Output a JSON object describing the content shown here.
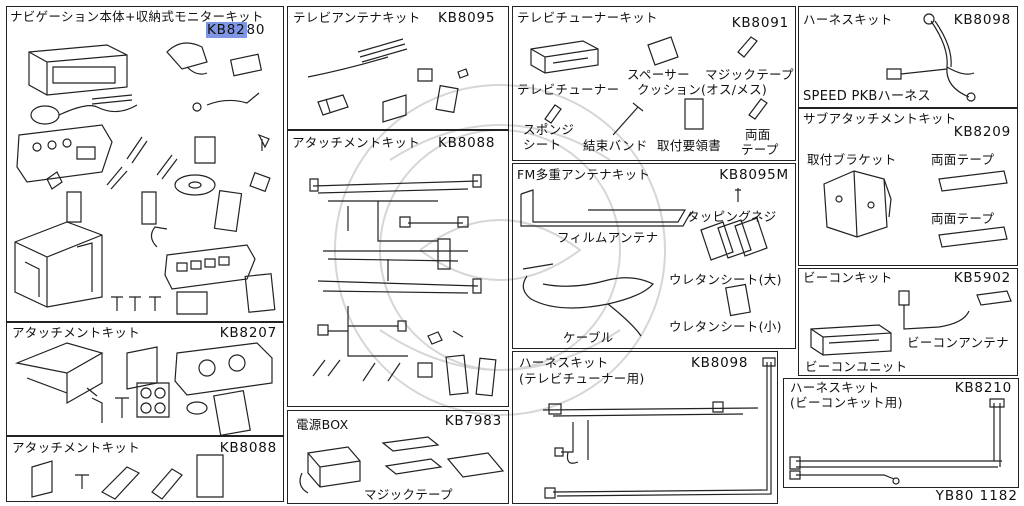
{
  "figure_id": "YB80 1182",
  "colors": {
    "line": "#222222",
    "highlight": "#7f95e6",
    "watermark": "#d6d6d6"
  },
  "panels": {
    "nav_kit": {
      "title": "ナビゲーション本体+収納式モニターキット",
      "code_highlight": "KB82",
      "code_rest": "80"
    },
    "attach_8207": {
      "title": "アタッチメントキット",
      "code": "KB8207"
    },
    "attach_8088_small": {
      "title": "アタッチメントキット",
      "code": "KB8088"
    },
    "tv_antenna": {
      "title": "テレビアンテナキット",
      "code": "KB8095"
    },
    "attach_8088": {
      "title": "アタッチメントキット",
      "code": "KB8088"
    },
    "power_box": {
      "title": "電源BOX",
      "code": "KB7983",
      "magic_tape": "マジックテープ"
    },
    "tv_tuner": {
      "title": "テレビチューナーキット",
      "code": "KB8091",
      "tuner": "テレビチューナー",
      "spacer_line1": "スペーサー",
      "spacer_line2": "クッション",
      "magic_line1": "マジックテープ",
      "magic_line2": "(オス/メス)",
      "sponge_line1": "スポンジ",
      "sponge_line2": "シート",
      "band": "結束バンド",
      "manual": "取付要領書",
      "tape_line1": "両面",
      "tape_line2": "テープ"
    },
    "fm_antenna": {
      "title": "FM多重アンテナキット",
      "code": "KB8095M",
      "tapping_screw": "タッピングネジ",
      "film_antenna": "フィルムアンテナ",
      "urethane_large": "ウレタンシート(大)",
      "urethane_small": "ウレタンシート(小)",
      "cable": "ケーブル"
    },
    "harness_tv": {
      "title": "ハーネスキット",
      "subtitle": "(テレビチューナー用)",
      "code": "KB8098"
    },
    "harness_8098": {
      "title": "ハーネスキット",
      "code": "KB8098",
      "speed_label": "SPEED PKBハーネス"
    },
    "sub_attach": {
      "title": "サブアタッチメントキット",
      "code": "KB8209",
      "bracket": "取付ブラケット",
      "tape1": "両面テープ",
      "tape2": "両面テープ"
    },
    "beacon": {
      "title": "ビーコンキット",
      "code": "KB5902",
      "unit": "ビーコンユニット",
      "antenna": "ビーコンアンテナ"
    },
    "harness_beacon": {
      "title": "ハーネスキット",
      "subtitle": "(ビーコンキット用)",
      "code": "KB8210"
    }
  }
}
